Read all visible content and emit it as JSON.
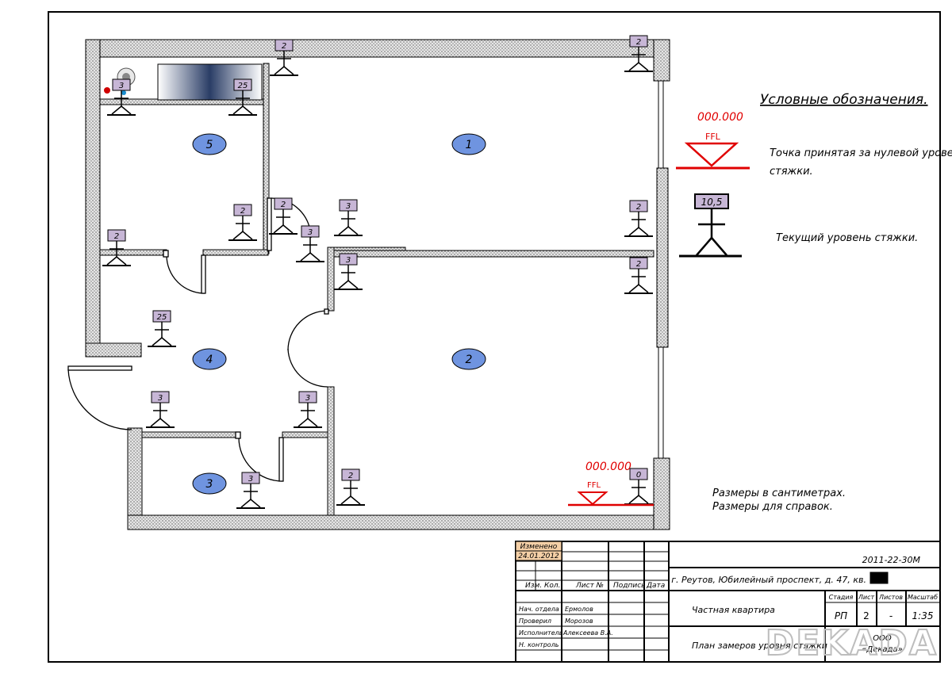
{
  "colors": {
    "wall": "#d9d9d9",
    "wall_stroke": "#000000",
    "marker_fill": "#c7b6d6",
    "room_fill": "#6f94e0",
    "ffl_red": "#e00000",
    "stamp_fill": "#f4cfa6",
    "watermark": "#c8c8c8"
  },
  "rooms": [
    {
      "id": "1"
    },
    {
      "id": "2"
    },
    {
      "id": "3"
    },
    {
      "id": "4"
    },
    {
      "id": "5"
    }
  ],
  "level_markers": [
    {
      "value": "2"
    },
    {
      "value": "2"
    },
    {
      "value": "3"
    },
    {
      "value": "25"
    },
    {
      "value": "2"
    },
    {
      "value": "2"
    },
    {
      "value": "2"
    },
    {
      "value": "3"
    },
    {
      "value": "3"
    },
    {
      "value": "2"
    },
    {
      "value": "3"
    },
    {
      "value": "2"
    },
    {
      "value": "25"
    },
    {
      "value": "3"
    },
    {
      "value": "3"
    },
    {
      "value": "3"
    },
    {
      "value": "2"
    },
    {
      "value": "0"
    }
  ],
  "ffl": {
    "value": "000.000",
    "label": "FFL"
  },
  "legend": {
    "title": "Условные обозначения.",
    "zero_desc_1": "Точка принятая за нулевой уровень",
    "zero_desc_2": "стяжки.",
    "sample_value": "10,5",
    "current_desc": "Текущий уровень стяжки."
  },
  "notes": {
    "line1": "Размеры в сантиметрах.",
    "line2": "Размеры для справок."
  },
  "title_block": {
    "changed_label": "Изменено",
    "changed_date": "24.01.2012",
    "doc_code": "2011-22-30М",
    "address": "г. Реутов, Юбилейный проспект, д. 47, кв.",
    "col_izm": "Изм.",
    "col_kol": "Кол.",
    "col_list": "Лист №",
    "col_podpis": "Подпись",
    "col_data": "Дата",
    "role_nach": "Нач. отдела",
    "role_prov": "Проверил",
    "role_isp": "Исполнитель",
    "role_nkontr": "Н. контроль",
    "name_nach": "Ермолов",
    "name_prov": "Морозов",
    "name_isp": "Алексеева В.А.",
    "object": "Частная квартира",
    "sheet_title": "План замеров уровня стяжки",
    "hdr_stadia": "Стадия",
    "hdr_list": "Лист",
    "hdr_listov": "Листов",
    "hdr_masshtab": "Масштаб",
    "val_stadia": "РП",
    "val_list": "2",
    "val_listov": "-",
    "val_masshtab": "1:35",
    "company_1": "ООО",
    "company_2": "«Декада»"
  },
  "watermark": "DEKADA"
}
